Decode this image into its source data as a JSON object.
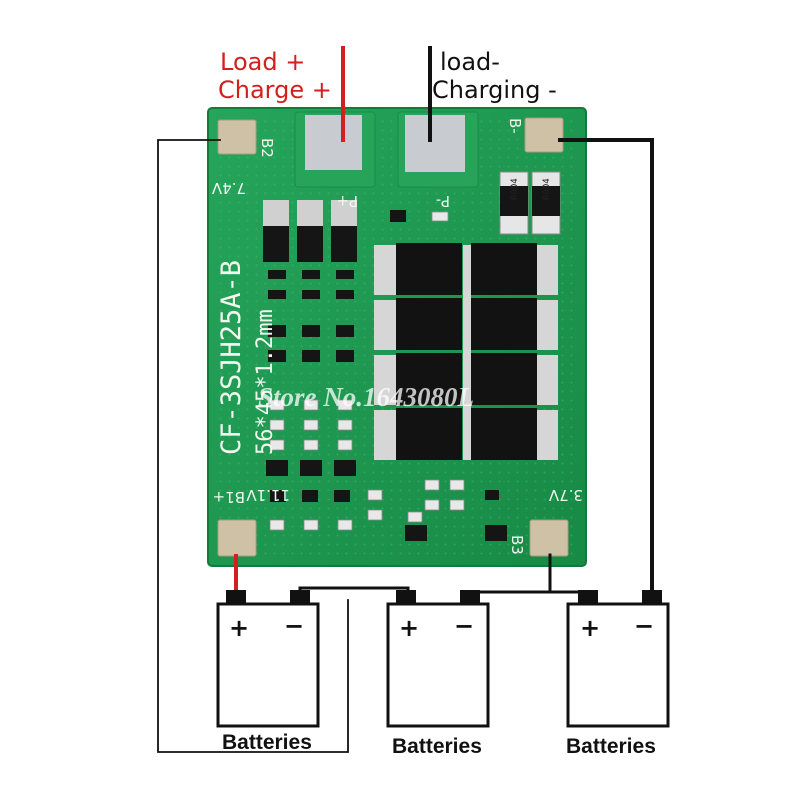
{
  "labels": {
    "load_plus": "Load +",
    "charge_plus": "Charge +",
    "load_minus": "load-",
    "charging_minus": "Charging -"
  },
  "board": {
    "model": "CF-3SJH25A-B",
    "size": "56*45*1.2mm",
    "pad_b2": "B2",
    "pad_b_minus": "B-",
    "pad_b1_plus": "B1+",
    "pad_b3": "B3",
    "pad_p_plus": "P+",
    "pad_p_minus": "P-",
    "v_7_4": "7.4V",
    "v_11_1": "11.1V",
    "v_3_7": "3.7V",
    "resistor_1": "R004",
    "resistor_2": "R004"
  },
  "watermark": "Store No.1643080L",
  "batteries": [
    {
      "label": "Batteries",
      "plus": "+",
      "minus": "−"
    },
    {
      "label": "Batteries",
      "plus": "+",
      "minus": "−"
    },
    {
      "label": "Batteries",
      "plus": "+",
      "minus": "−"
    }
  ],
  "colors": {
    "pcb": "#1f9a52",
    "pad": "#cfc1a6",
    "wire_red": "#d2201f",
    "wire_black": "#111111",
    "label_red": "#d2201f"
  }
}
